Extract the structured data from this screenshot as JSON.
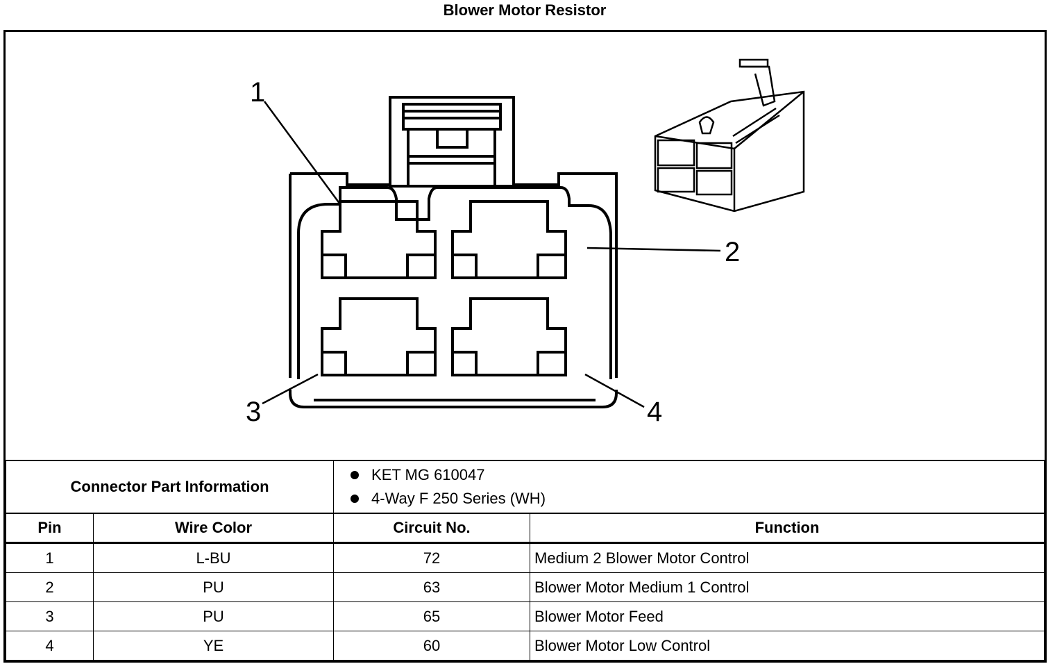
{
  "title": "Blower Motor Resistor",
  "diagram": {
    "callouts": [
      "1",
      "2",
      "3",
      "4"
    ],
    "icons": [
      "connector-face-view",
      "connector-isometric-view"
    ]
  },
  "connector_info": {
    "label": "Connector Part Information",
    "items": [
      "KET MG 610047",
      "4-Way F 250 Series (WH)"
    ]
  },
  "table": {
    "headers": [
      "Pin",
      "Wire Color",
      "Circuit No.",
      "Function"
    ],
    "rows": [
      {
        "pin": "1",
        "wire_color": "L-BU",
        "circuit": "72",
        "function": "Medium 2 Blower Motor Control"
      },
      {
        "pin": "2",
        "wire_color": "PU",
        "circuit": "63",
        "function": "Blower Motor Medium 1 Control"
      },
      {
        "pin": "3",
        "wire_color": "PU",
        "circuit": "65",
        "function": "Blower Motor Feed"
      },
      {
        "pin": "4",
        "wire_color": "YE",
        "circuit": "60",
        "function": "Blower Motor Low Control"
      }
    ]
  }
}
